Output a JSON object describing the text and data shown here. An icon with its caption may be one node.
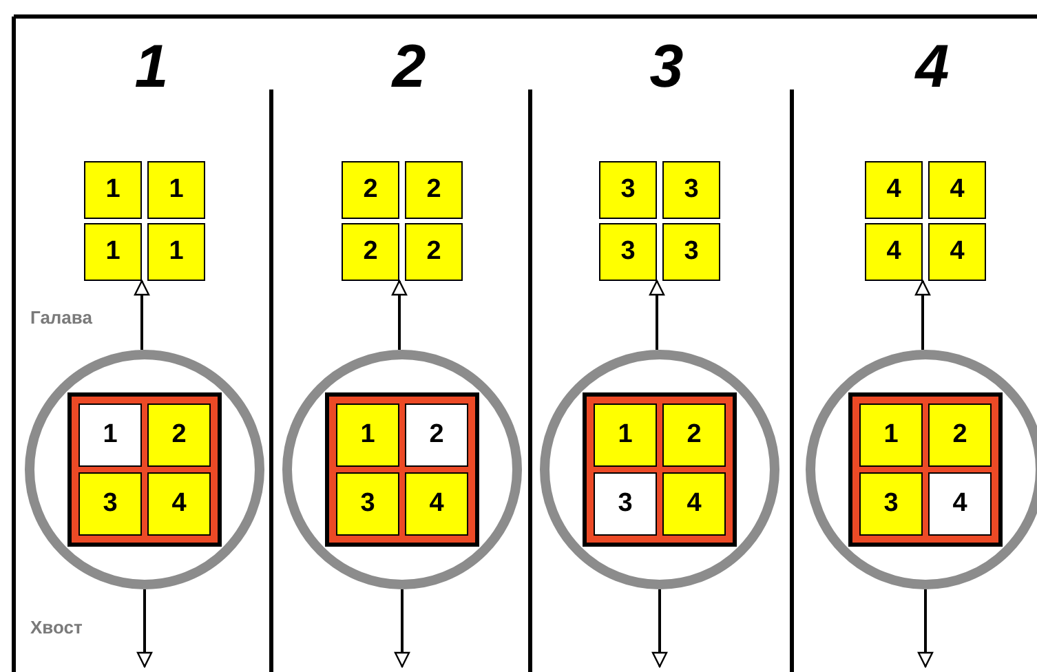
{
  "diagram": {
    "nodes": [
      {
        "text": [
          "1"
        ]
      },
      {
        "text": [
          "1"
        ]
      },
      {
        "text": [
          "1"
        ]
      },
      {
        "text": [
          "1"
        ]
      },
      {
        "text": [],
        "shape": "circle"
      },
      {
        "text": [],
        "shape": "box",
        "in": 4
      },
      {
        "text": [
          "1"
        ],
        "in": 5
      },
      {
        "text": [
          "2"
        ],
        "in": 5
      },
      {
        "text": [
          "3"
        ],
        "in": 5
      },
      {
        "text": [
          "4"
        ],
        "in": 5
      },
      {
        "text": [
          "2"
        ]
      },
      {
        "text": [
          "2"
        ]
      },
      {
        "text": [
          "2"
        ]
      },
      {
        "text": [
          "2"
        ]
      },
      {
        "text": [],
        "shape": "circle"
      },
      {
        "text": [],
        "shape": "box",
        "in": 14
      },
      {
        "text": [
          "1"
        ],
        "in": 15
      },
      {
        "text": [
          "2"
        ],
        "in": 15
      },
      {
        "text": [
          "3"
        ],
        "in": 15
      },
      {
        "text": [
          "4"
        ],
        "in": 15
      },
      {
        "text": [
          "3"
        ]
      },
      {
        "text": [
          "3"
        ]
      },
      {
        "text": [
          "3"
        ]
      },
      {
        "text": [
          "3"
        ]
      },
      {
        "text": [],
        "shape": "circle"
      },
      {
        "text": [],
        "shape": "box",
        "in": 24
      },
      {
        "text": [
          "1"
        ],
        "in": 25
      },
      {
        "text": [
          "2"
        ],
        "in": 25
      },
      {
        "text": [
          "3"
        ],
        "in": 25
      },
      {
        "text": [
          "4"
        ],
        "in": 25
      },
      {
        "text": [
          "4"
        ]
      },
      {
        "text": [
          "4"
        ]
      },
      {
        "text": [
          "4"
        ]
      },
      {
        "text": [
          "4"
        ]
      },
      {
        "text": [],
        "shape": "circle"
      },
      {
        "text": [],
        "shape": "box",
        "in": 34
      },
      {
        "text": [
          "1"
        ],
        "in": 35
      },
      {
        "text": [
          "2"
        ],
        "in": 35
      },
      {
        "text": [
          "3"
        ],
        "in": 35
      },
      {
        "text": [
          "4"
        ],
        "in": 35
      }
    ],
    "edges": [
      {
        "from": 4,
        "to": 2,
        "arrow": "to"
      },
      {
        "from": 4,
        "to": null,
        "arrow": "to"
      },
      {
        "from": 14,
        "to": 12,
        "arrow": "to"
      },
      {
        "from": 14,
        "to": null,
        "arrow": "to"
      },
      {
        "from": 24,
        "to": 22,
        "arrow": "to"
      },
      {
        "from": 24,
        "to": null,
        "arrow": "to"
      },
      {
        "from": 34,
        "to": 32,
        "arrow": "to"
      },
      {
        "from": 34,
        "to": null,
        "arrow": "to"
      }
    ],
    "labels": [
      "1",
      "2",
      "3",
      "4",
      "Галава",
      "Хвост"
    ]
  }
}
